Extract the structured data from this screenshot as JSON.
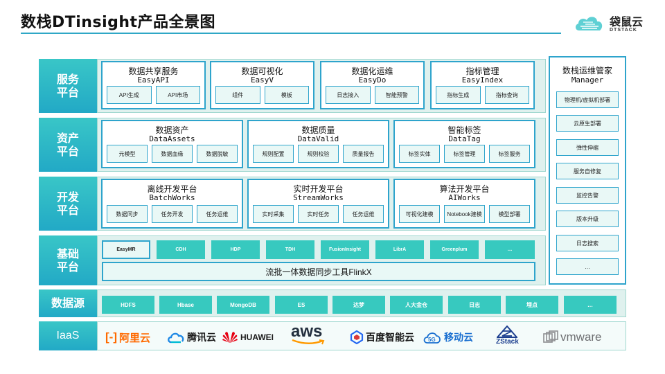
{
  "title": "数栈DTinsight产品全景图",
  "brand": {
    "name": "袋鼠云",
    "sub": "DTSTACK"
  },
  "rows": {
    "service": "服务\n平台",
    "asset": "资产\n平台",
    "dev": "开发\n平台",
    "base": "基础\n平台",
    "source": "数据源",
    "iaas": "IaaS"
  },
  "service_modules": [
    {
      "title": "数据共享服务",
      "sub": "EasyAPI",
      "chips": [
        "API生成",
        "API市场"
      ]
    },
    {
      "title": "数据可视化",
      "sub": "EasyV",
      "chips": [
        "组件",
        "模板"
      ]
    },
    {
      "title": "数据化运维",
      "sub": "EasyDo",
      "chips": [
        "日志接入",
        "智能预警"
      ]
    },
    {
      "title": "指标管理",
      "sub": "EasyIndex",
      "chips": [
        "指标生成",
        "指标查询"
      ]
    }
  ],
  "asset_modules": [
    {
      "title": "数据资产",
      "sub": "DataAssets",
      "chips": [
        "元模型",
        "数据血缘",
        "数据脱敏"
      ]
    },
    {
      "title": "数据质量",
      "sub": "DataValid",
      "chips": [
        "规则配置",
        "规则校验",
        "质量报告"
      ]
    },
    {
      "title": "智能标签",
      "sub": "DataTag",
      "chips": [
        "标签实体",
        "标签管理",
        "标签服务"
      ]
    }
  ],
  "dev_modules": [
    {
      "title": "离线开发平台",
      "sub": "BatchWorks",
      "chips": [
        "数据同步",
        "任务开发",
        "任务运维"
      ]
    },
    {
      "title": "实时开发平台",
      "sub": "StreamWorks",
      "chips": [
        "实时采集",
        "实时任务",
        "任务运维"
      ]
    },
    {
      "title": "算法开发平台",
      "sub": "AIWorks",
      "chips": [
        "可视化建模",
        "Notebook建模",
        "模型部署"
      ]
    }
  ],
  "base_chips": [
    "EasyMR",
    "CDH",
    "HDP",
    "TDH",
    "FusionInsight",
    "LibrA",
    "Greenplum",
    "…"
  ],
  "flink_label": "流批一体数据同步工具FlinkX",
  "source_chips": [
    "HDFS",
    "Hbase",
    "MongoDB",
    "ES",
    "达梦",
    "人大金仓",
    "日志",
    "埋点",
    "…"
  ],
  "iaas_logos": [
    {
      "icon": "aliyun-icon",
      "text": "阿里云",
      "color": "#ff6a00"
    },
    {
      "icon": "tencent-cloud-icon",
      "text": "腾讯云",
      "color": "#1b1b1b"
    },
    {
      "icon": "huawei-icon",
      "text": "HUAWEI",
      "color": "#1b1b1b"
    },
    {
      "icon": "aws-icon",
      "text": "aws",
      "color": "#232f3e"
    },
    {
      "icon": "baidu-ai-cloud-icon",
      "text": "百度智能云",
      "color": "#1b1b1b"
    },
    {
      "icon": "5g-mobile-cloud-icon",
      "text": "移动云",
      "color": "#1a6fd0"
    },
    {
      "icon": "zstack-icon",
      "text": "ZStack",
      "color": "#1d3f8f"
    },
    {
      "icon": "vmware-icon",
      "text": "vmware",
      "color": "#6d6e71"
    }
  ],
  "manager": {
    "title": "数栈运维管家",
    "sub": "Manager",
    "items": [
      "物理机/虚拟机部署",
      "云原生部署",
      "弹性伸缩",
      "服务自修复",
      "监控告警",
      "版本升级",
      "日志搜索",
      "…"
    ]
  },
  "colors": {
    "accent": "#2ea4cc",
    "teal": "#37c9bf",
    "band": "#dff1ee",
    "label": "#22a9c6"
  }
}
